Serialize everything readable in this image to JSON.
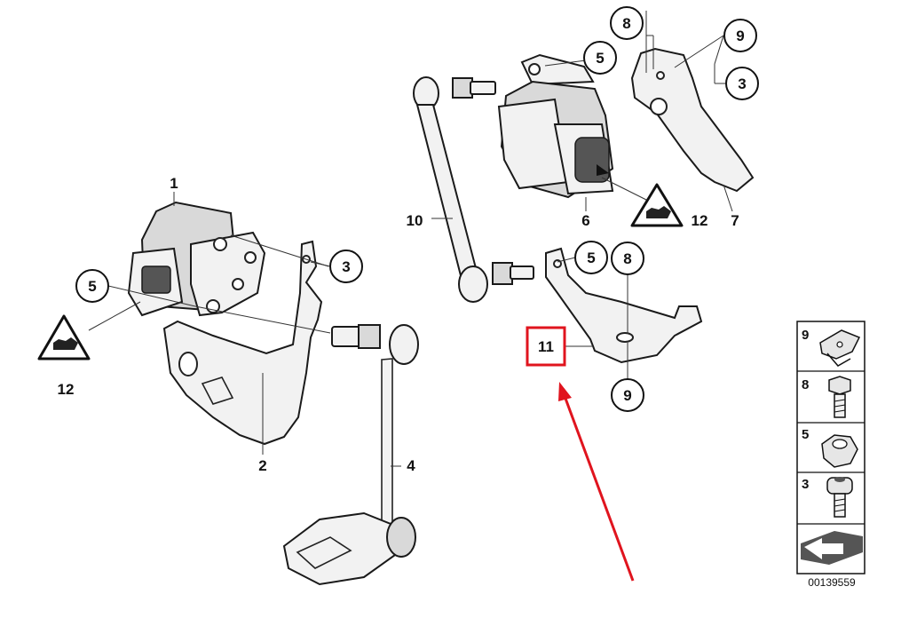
{
  "callouts": {
    "c1": "1",
    "c2": "2",
    "c3a": "3",
    "c3b": "3",
    "c4": "4",
    "c5a": "5",
    "c5b": "5",
    "c5c": "5",
    "c6": "6",
    "c7": "7",
    "c8a": "8",
    "c8b": "8",
    "c9a": "9",
    "c9b": "9",
    "c10": "10",
    "c11": "11",
    "c12a": "12",
    "c12b": "12"
  },
  "legend": {
    "items": [
      {
        "num": "9",
        "icon": "clip-nut-icon"
      },
      {
        "num": "8",
        "icon": "hex-bolt-icon"
      },
      {
        "num": "5",
        "icon": "hex-nut-icon"
      },
      {
        "num": "3",
        "icon": "socket-screw-icon"
      }
    ],
    "catalog_number": "00139559"
  },
  "colors": {
    "highlight": "#e0141e",
    "line": "#222222"
  }
}
